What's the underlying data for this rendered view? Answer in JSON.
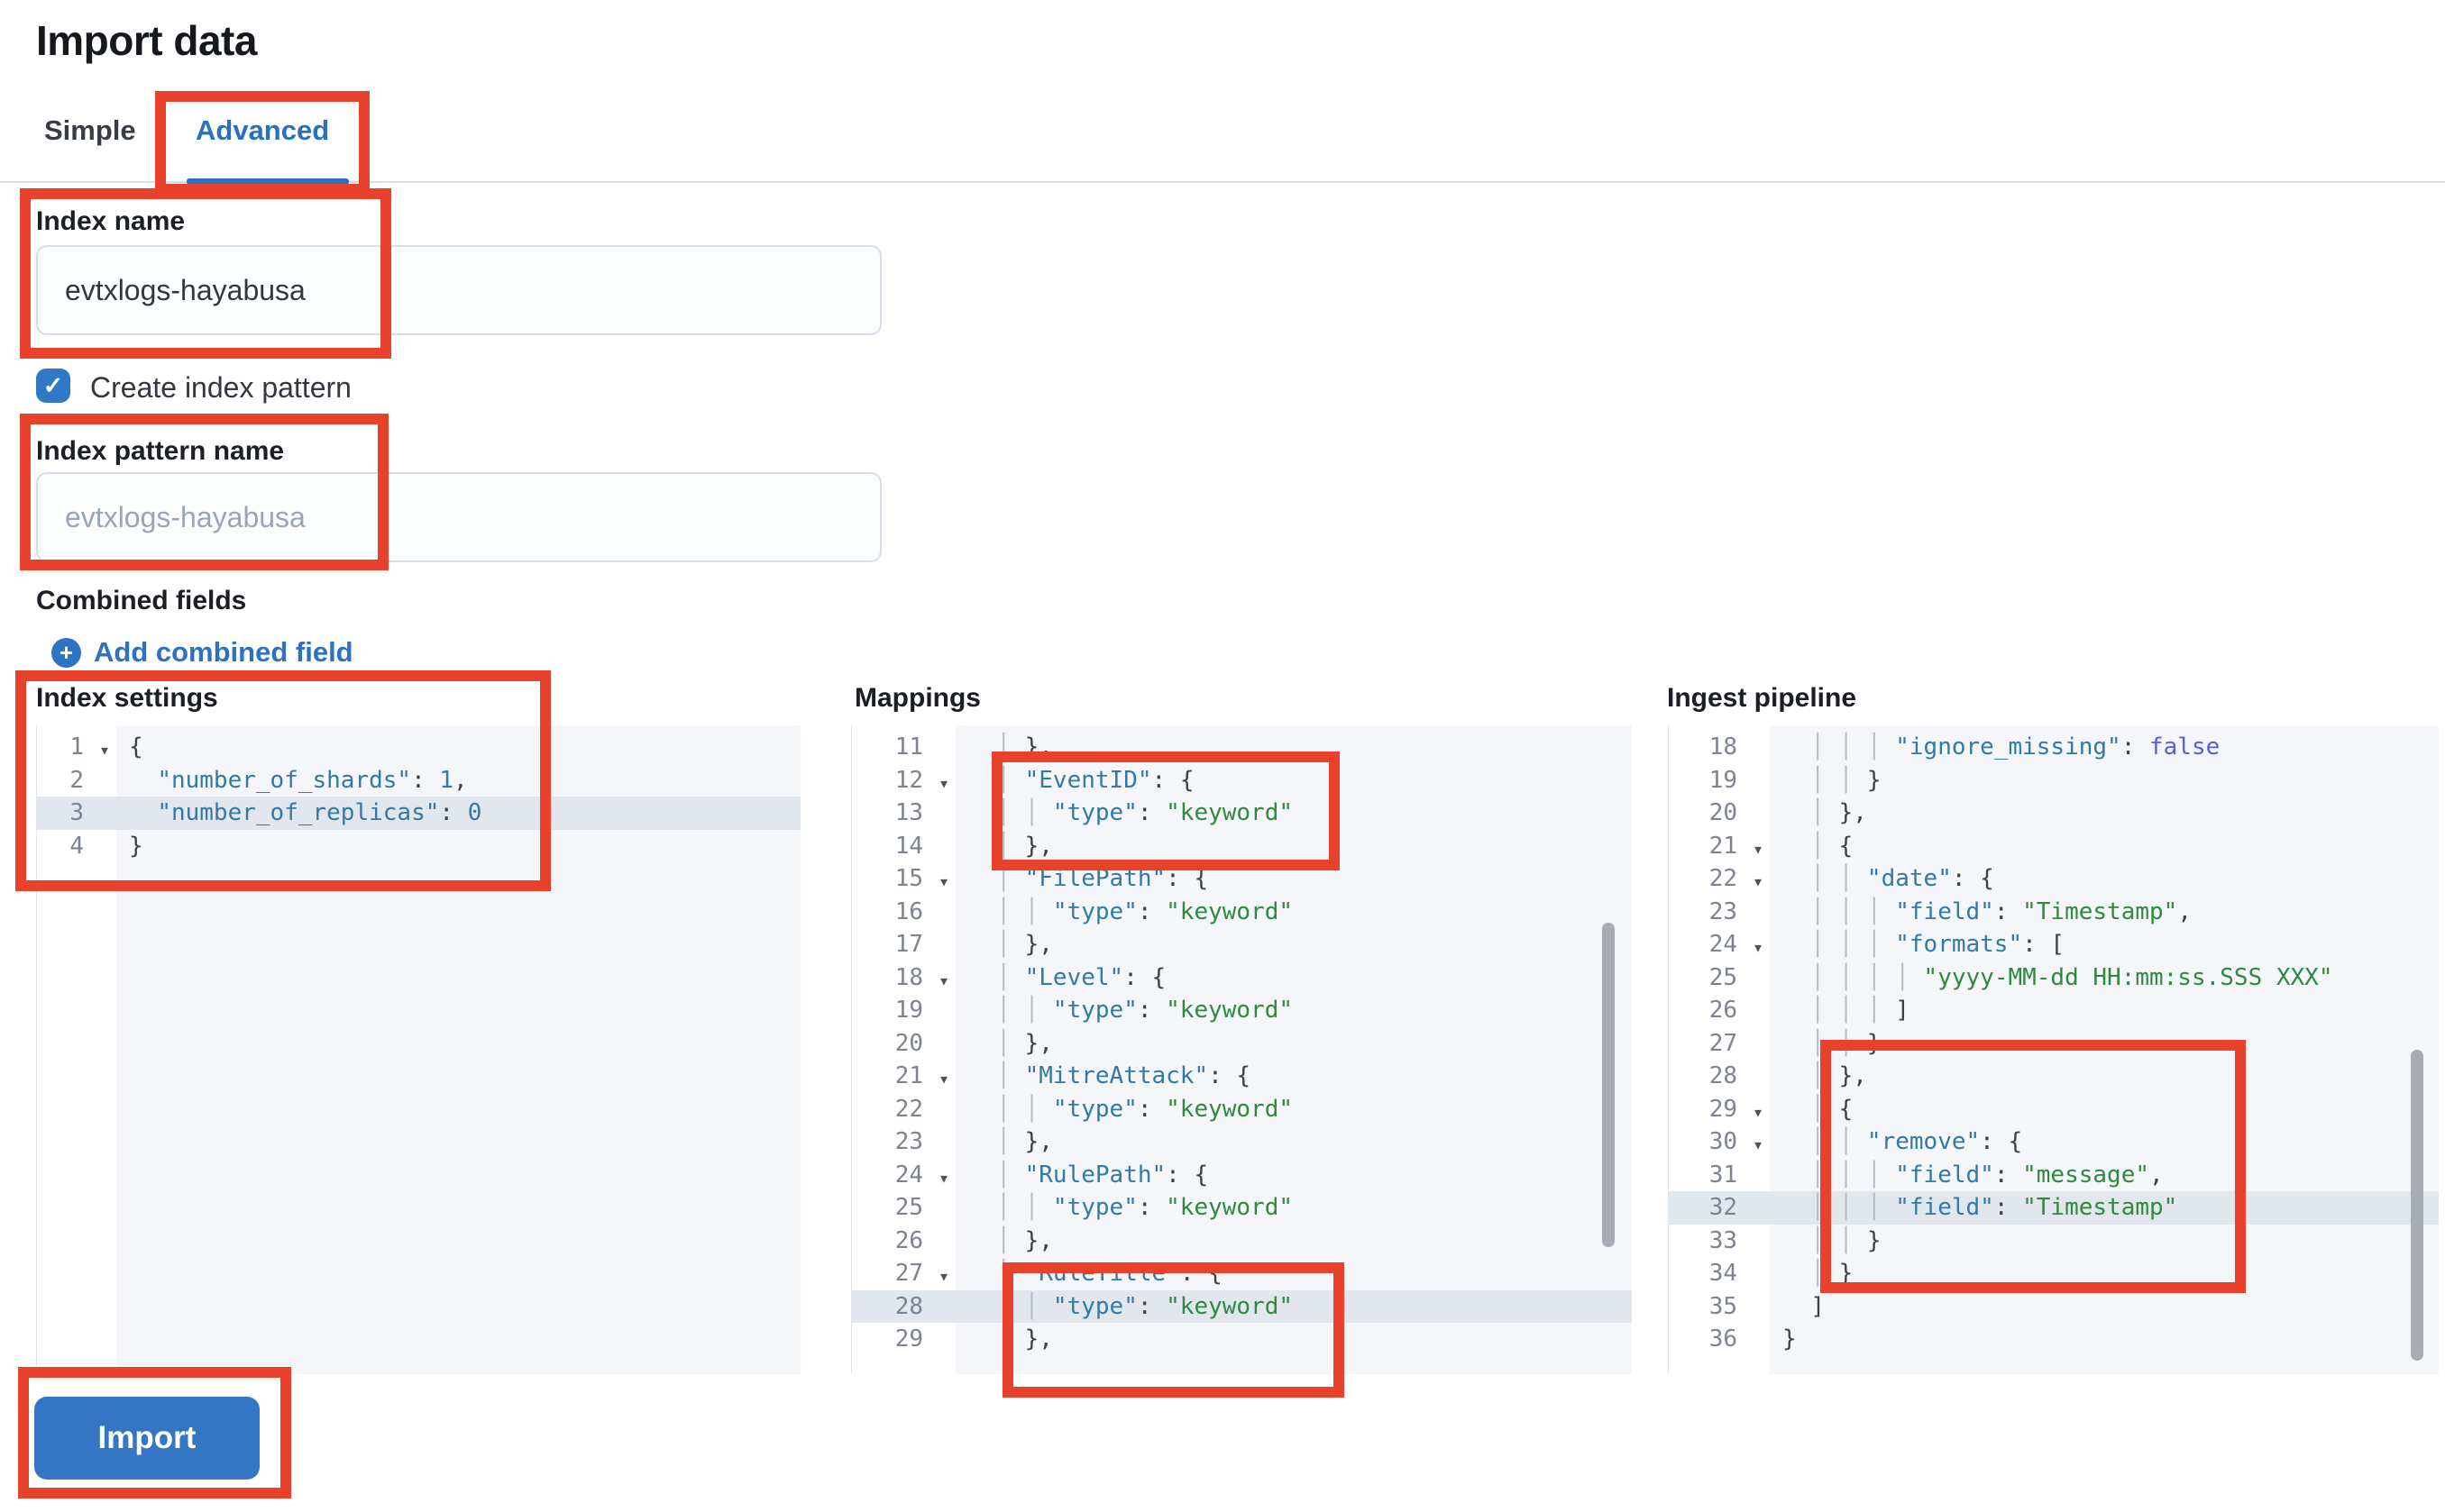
{
  "page": {
    "title": "Import data"
  },
  "tabs": [
    {
      "label": "Simple",
      "active": false
    },
    {
      "label": "Advanced",
      "active": true
    }
  ],
  "form": {
    "index_name": {
      "label": "Index name",
      "value": "evtxlogs-hayabusa"
    },
    "create_index_pattern": {
      "label": "Create index pattern",
      "checked": true
    },
    "index_pattern_name": {
      "label": "Index pattern name",
      "placeholder": "evtxlogs-hayabusa"
    },
    "combined_fields": {
      "label": "Combined fields",
      "add_link": "Add combined field"
    }
  },
  "icons": {
    "plus-icon": "+",
    "check-icon": "✓",
    "fold-arrow-icon": "▾"
  },
  "colors": {
    "annotation": "#e8412c",
    "primary_button": "#3576c4",
    "link_blue": "#2d71c0",
    "tab_active": "#2a70bf",
    "code_key": "#327aa6",
    "code_string": "#2f8a3e",
    "code_boolean": "#5a5ddb",
    "active_line": "#e2e6ed"
  },
  "import_button": {
    "label": "Import"
  },
  "editors": [
    {
      "label": "Index settings",
      "lines": [
        {
          "n": 1,
          "fold": true,
          "ind": 0,
          "seg": [
            [
              "p",
              "{"
            ]
          ]
        },
        {
          "n": 2,
          "ind": 2,
          "seg": [
            [
              "k",
              "\"number_of_shards\""
            ],
            [
              "p",
              ": "
            ],
            [
              "n",
              "1"
            ],
            [
              "p",
              ","
            ]
          ]
        },
        {
          "n": 3,
          "ind": 2,
          "hl": true,
          "seg": [
            [
              "k",
              "\"number_of_replicas\""
            ],
            [
              "p",
              ": "
            ],
            [
              "n",
              "0"
            ]
          ]
        },
        {
          "n": 4,
          "ind": 0,
          "seg": [
            [
              "p",
              "}"
            ]
          ]
        }
      ]
    },
    {
      "label": "Mappings",
      "lines": [
        {
          "n": 11,
          "ind": 4,
          "seg": [
            [
              "p",
              "},"
            ]
          ]
        },
        {
          "n": 12,
          "fold": true,
          "ind": 4,
          "seg": [
            [
              "k",
              "\"EventID\""
            ],
            [
              "p",
              ": {"
            ]
          ]
        },
        {
          "n": 13,
          "ind": 6,
          "seg": [
            [
              "k",
              "\"type\""
            ],
            [
              "p",
              ": "
            ],
            [
              "s",
              "\"keyword\""
            ]
          ]
        },
        {
          "n": 14,
          "ind": 4,
          "seg": [
            [
              "p",
              "},"
            ]
          ]
        },
        {
          "n": 15,
          "fold": true,
          "ind": 4,
          "seg": [
            [
              "k",
              "\"FilePath\""
            ],
            [
              "p",
              ": {"
            ]
          ]
        },
        {
          "n": 16,
          "ind": 6,
          "seg": [
            [
              "k",
              "\"type\""
            ],
            [
              "p",
              ": "
            ],
            [
              "s",
              "\"keyword\""
            ]
          ]
        },
        {
          "n": 17,
          "ind": 4,
          "seg": [
            [
              "p",
              "},"
            ]
          ]
        },
        {
          "n": 18,
          "fold": true,
          "ind": 4,
          "seg": [
            [
              "k",
              "\"Level\""
            ],
            [
              "p",
              ": {"
            ]
          ]
        },
        {
          "n": 19,
          "ind": 6,
          "seg": [
            [
              "k",
              "\"type\""
            ],
            [
              "p",
              ": "
            ],
            [
              "s",
              "\"keyword\""
            ]
          ]
        },
        {
          "n": 20,
          "ind": 4,
          "seg": [
            [
              "p",
              "},"
            ]
          ]
        },
        {
          "n": 21,
          "fold": true,
          "ind": 4,
          "seg": [
            [
              "k",
              "\"MitreAttack\""
            ],
            [
              "p",
              ": {"
            ]
          ]
        },
        {
          "n": 22,
          "ind": 6,
          "seg": [
            [
              "k",
              "\"type\""
            ],
            [
              "p",
              ": "
            ],
            [
              "s",
              "\"keyword\""
            ]
          ]
        },
        {
          "n": 23,
          "ind": 4,
          "seg": [
            [
              "p",
              "},"
            ]
          ]
        },
        {
          "n": 24,
          "fold": true,
          "ind": 4,
          "seg": [
            [
              "k",
              "\"RulePath\""
            ],
            [
              "p",
              ": {"
            ]
          ]
        },
        {
          "n": 25,
          "ind": 6,
          "seg": [
            [
              "k",
              "\"type\""
            ],
            [
              "p",
              ": "
            ],
            [
              "s",
              "\"keyword\""
            ]
          ]
        },
        {
          "n": 26,
          "ind": 4,
          "seg": [
            [
              "p",
              "},"
            ]
          ]
        },
        {
          "n": 27,
          "fold": true,
          "ind": 4,
          "seg": [
            [
              "k",
              "\"RuleTitle\""
            ],
            [
              "p",
              ": {"
            ]
          ]
        },
        {
          "n": 28,
          "ind": 6,
          "hl": true,
          "seg": [
            [
              "k",
              "\"type\""
            ],
            [
              "p",
              ": "
            ],
            [
              "s",
              "\"keyword\""
            ]
          ]
        },
        {
          "n": 29,
          "ind": 4,
          "seg": [
            [
              "p",
              "},"
            ]
          ]
        }
      ]
    },
    {
      "label": "Ingest pipeline",
      "lines": [
        {
          "n": 18,
          "ind": 8,
          "seg": [
            [
              "k",
              "\"ignore_missing\""
            ],
            [
              "p",
              ": "
            ],
            [
              "b",
              "false"
            ]
          ]
        },
        {
          "n": 19,
          "ind": 6,
          "seg": [
            [
              "p",
              "}"
            ]
          ]
        },
        {
          "n": 20,
          "ind": 4,
          "seg": [
            [
              "p",
              "},"
            ]
          ]
        },
        {
          "n": 21,
          "fold": true,
          "ind": 4,
          "seg": [
            [
              "p",
              "{"
            ]
          ]
        },
        {
          "n": 22,
          "fold": true,
          "ind": 6,
          "seg": [
            [
              "k",
              "\"date\""
            ],
            [
              "p",
              ": {"
            ]
          ]
        },
        {
          "n": 23,
          "ind": 8,
          "seg": [
            [
              "k",
              "\"field\""
            ],
            [
              "p",
              ": "
            ],
            [
              "s",
              "\"Timestamp\""
            ],
            [
              "p",
              ","
            ]
          ]
        },
        {
          "n": 24,
          "fold": true,
          "ind": 8,
          "seg": [
            [
              "k",
              "\"formats\""
            ],
            [
              "p",
              ": ["
            ]
          ]
        },
        {
          "n": 25,
          "ind": 10,
          "seg": [
            [
              "s",
              "\"yyyy-MM-dd HH:mm:ss.SSS XXX\""
            ]
          ]
        },
        {
          "n": 26,
          "ind": 8,
          "seg": [
            [
              "p",
              "]"
            ]
          ]
        },
        {
          "n": 27,
          "ind": 6,
          "seg": [
            [
              "p",
              "}"
            ]
          ]
        },
        {
          "n": 28,
          "ind": 4,
          "seg": [
            [
              "p",
              "},"
            ]
          ]
        },
        {
          "n": 29,
          "fold": true,
          "ind": 4,
          "seg": [
            [
              "p",
              "{"
            ]
          ]
        },
        {
          "n": 30,
          "fold": true,
          "ind": 6,
          "seg": [
            [
              "k",
              "\"remove\""
            ],
            [
              "p",
              ": {"
            ]
          ]
        },
        {
          "n": 31,
          "ind": 8,
          "seg": [
            [
              "k",
              "\"field\""
            ],
            [
              "p",
              ": "
            ],
            [
              "s",
              "\"message\""
            ],
            [
              "p",
              ","
            ]
          ]
        },
        {
          "n": 32,
          "ind": 8,
          "hl": true,
          "seg": [
            [
              "k",
              "\"field\""
            ],
            [
              "p",
              ": "
            ],
            [
              "s",
              "\"Timestamp\""
            ]
          ]
        },
        {
          "n": 33,
          "ind": 6,
          "seg": [
            [
              "p",
              "}"
            ]
          ]
        },
        {
          "n": 34,
          "ind": 4,
          "seg": [
            [
              "p",
              "}"
            ]
          ]
        },
        {
          "n": 35,
          "ind": 2,
          "seg": [
            [
              "p",
              "]"
            ]
          ]
        },
        {
          "n": 36,
          "ind": 0,
          "seg": [
            [
              "p",
              "}"
            ]
          ]
        }
      ]
    }
  ]
}
